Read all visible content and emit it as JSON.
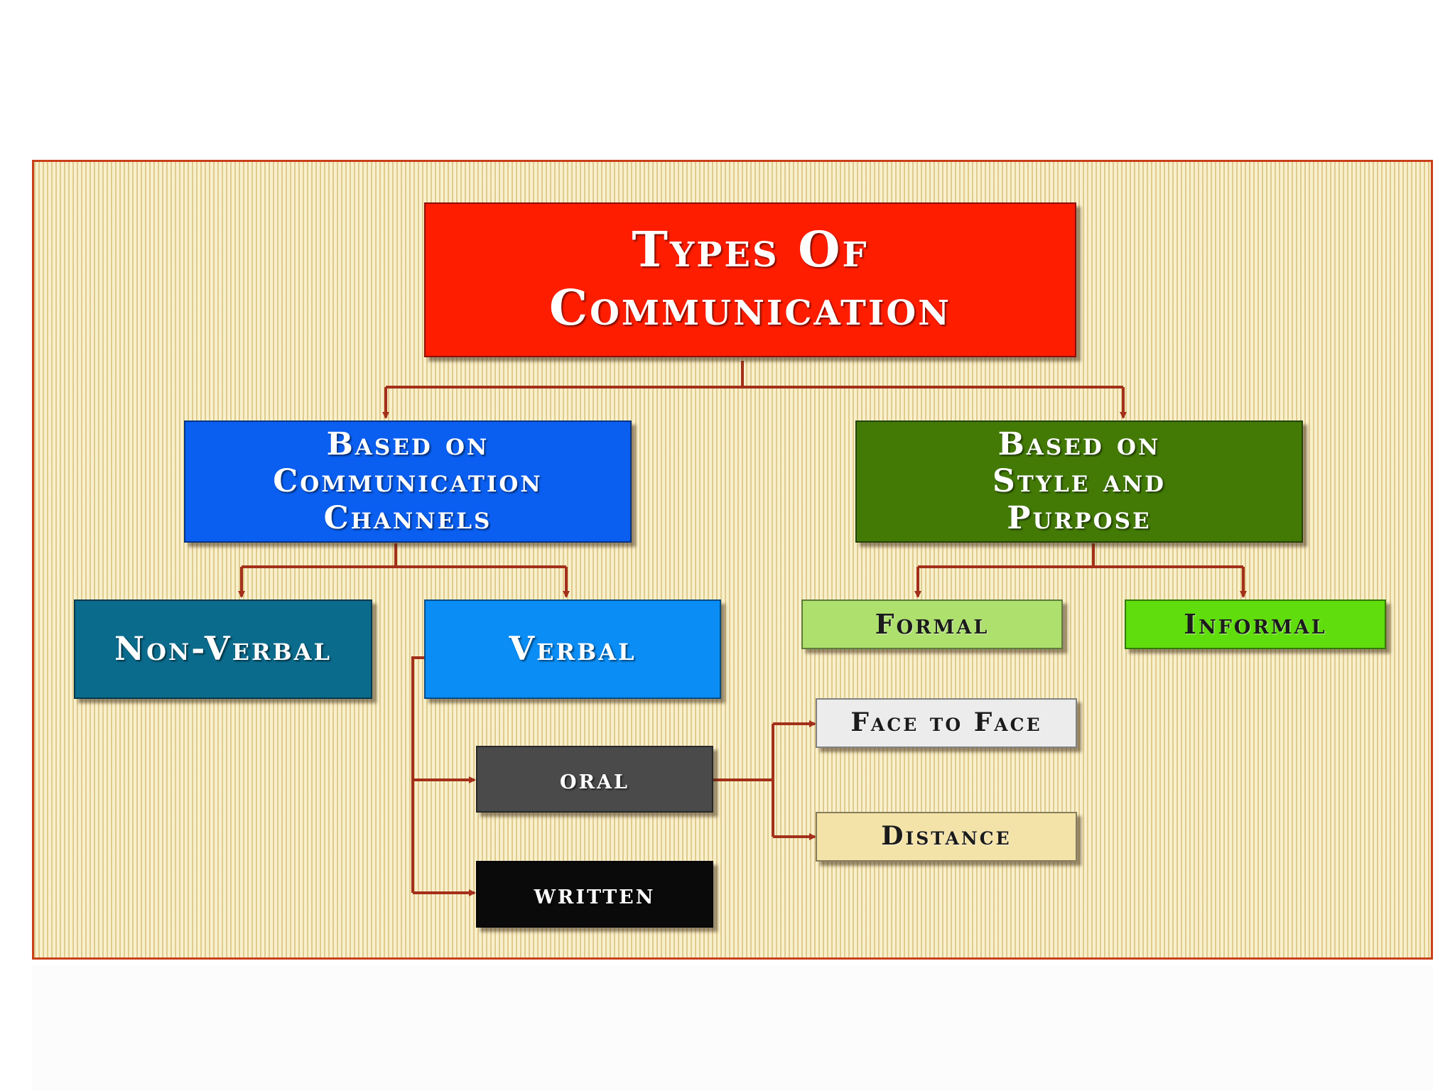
{
  "colors": {
    "connector": "#a3301a",
    "root": "#ff1d00",
    "channels": "#0a5ff0",
    "style": "#437a06",
    "non_verbal": "#0b6b8c",
    "verbal": "#0a8df5",
    "oral": "#4a4a4a",
    "written": "#0a0a0a",
    "formal": "#ade06c",
    "informal": "#5fdd0c",
    "face_to_face": "#ececec",
    "distance": "#f4e3a8"
  },
  "nodes": {
    "root": "Types Of\nCommunication",
    "channels": "Based on\nCommunication\nChannels",
    "style_purpose": "Based on\nStyle and\nPurpose",
    "non_verbal": "Non-Verbal",
    "verbal": "Verbal",
    "oral": "oral",
    "written": "written",
    "formal": "Formal",
    "informal": "Informal",
    "face_to_face": "Face to Face",
    "distance": "Distance"
  }
}
